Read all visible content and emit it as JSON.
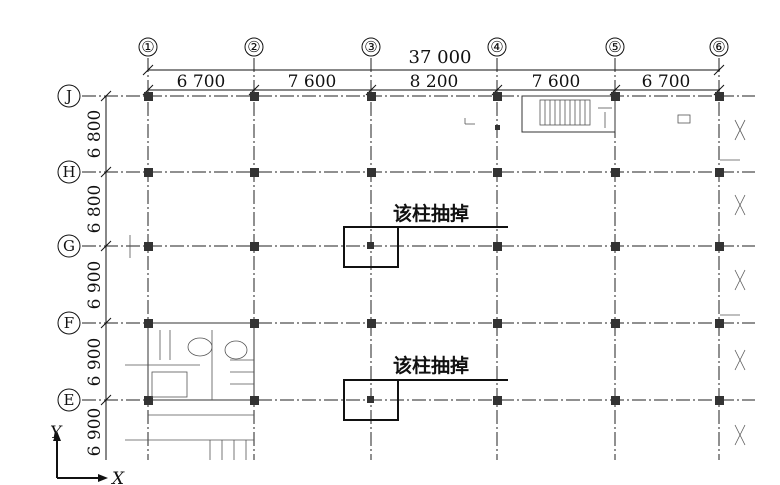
{
  "drawing": {
    "total_dimension": "37 000",
    "columns": [
      {
        "label": "①"
      },
      {
        "label": "②"
      },
      {
        "label": "③"
      },
      {
        "label": "④"
      },
      {
        "label": "⑤"
      },
      {
        "label": "⑥"
      }
    ],
    "bay_dimensions": [
      "6 700",
      "7 600",
      "8 200",
      "7 600",
      "6 700"
    ],
    "rows": [
      {
        "label": "J"
      },
      {
        "label": "H"
      },
      {
        "label": "G"
      },
      {
        "label": "F"
      },
      {
        "label": "E"
      }
    ],
    "row_dimensions": [
      "6 800",
      "6 800",
      "6 900",
      "6 900",
      "6 900"
    ],
    "notes": [
      {
        "text": "该柱抽掉"
      },
      {
        "text": "该柱抽掉"
      }
    ],
    "axes": {
      "x": "X",
      "y": "Y"
    }
  }
}
